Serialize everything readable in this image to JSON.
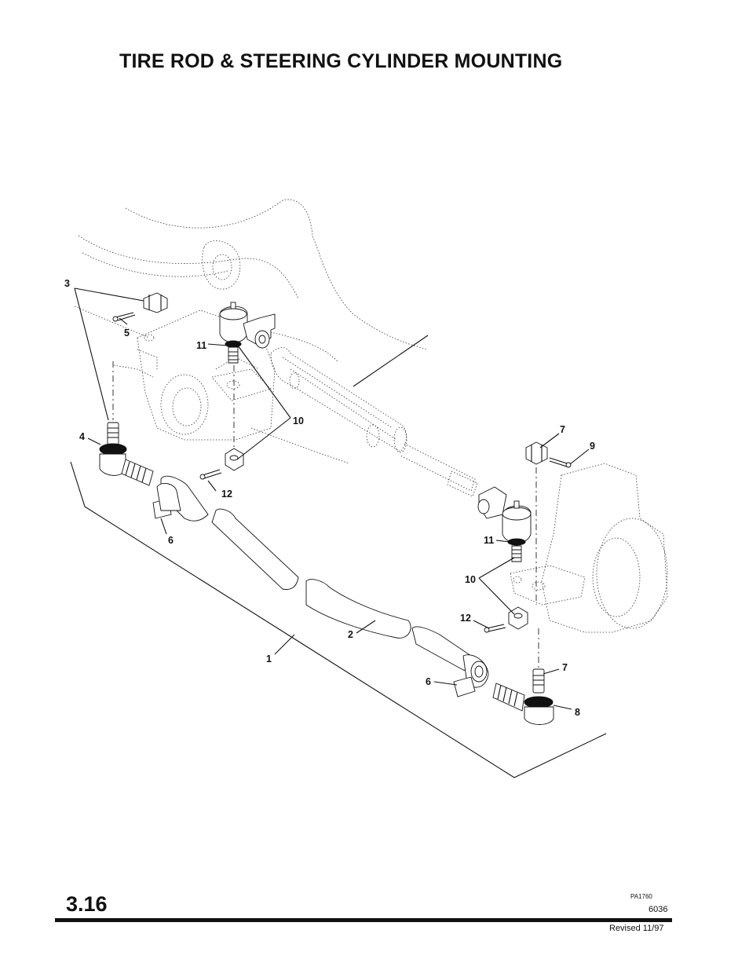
{
  "header": {
    "title": "TIRE ROD & STEERING CYLINDER MOUNTING"
  },
  "footer": {
    "page_number": "3.16",
    "figure_code": "PA1760",
    "part_number": "6036",
    "revised": "Revised 11/97"
  },
  "callouts": {
    "c1": "1",
    "c2": "2",
    "c3": "3",
    "c4": "4",
    "c5": "5",
    "c6a": "6",
    "c6b": "6",
    "c7a": "7",
    "c7b": "7",
    "c8": "8",
    "c9": "9",
    "c10a": "10",
    "c10b": "10",
    "c11a": "11",
    "c11b": "11",
    "c12a": "12",
    "c12b": "12"
  }
}
